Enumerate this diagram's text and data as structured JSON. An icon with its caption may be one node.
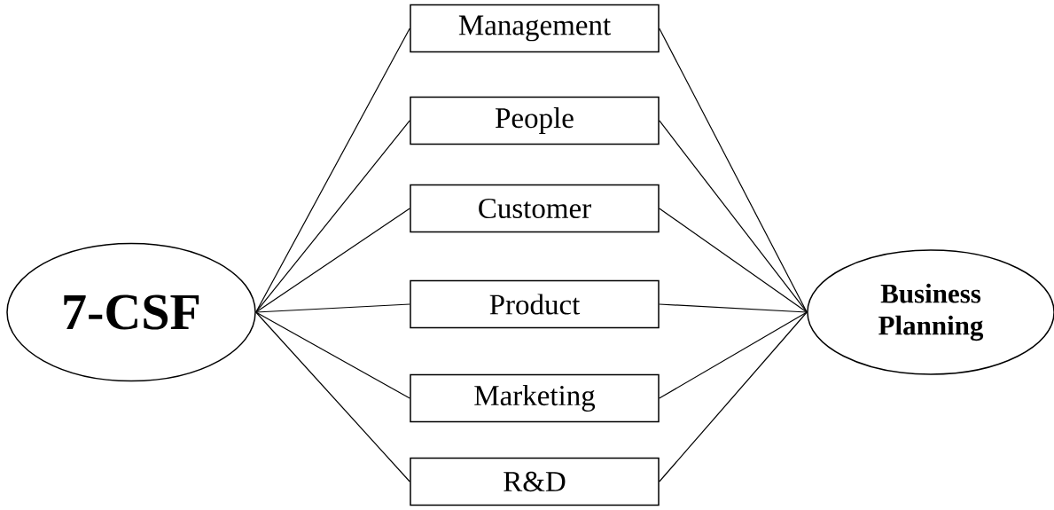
{
  "diagram": {
    "nodes": [
      {
        "text": [
          "7-CSF"
        ]
      },
      {
        "text": [
          "Management"
        ]
      },
      {
        "text": [
          "People"
        ]
      },
      {
        "text": [
          "Customer"
        ]
      },
      {
        "text": [
          "Product"
        ]
      },
      {
        "text": [
          "Marketing"
        ]
      },
      {
        "text": [
          "R&D"
        ]
      },
      {
        "text": [
          "Business Planning"
        ]
      }
    ],
    "edges": [
      {
        "from": 0,
        "to": 1,
        "arrow": "none"
      },
      {
        "from": 0,
        "to": 2,
        "arrow": "none"
      },
      {
        "from": 0,
        "to": 3,
        "arrow": "none"
      },
      {
        "from": 0,
        "to": 4,
        "arrow": "none"
      },
      {
        "from": 0,
        "to": 5,
        "arrow": "none"
      },
      {
        "from": 0,
        "to": 6,
        "arrow": "none"
      },
      {
        "from": 1,
        "to": 7,
        "arrow": "none"
      },
      {
        "from": 2,
        "to": 7,
        "arrow": "none"
      },
      {
        "from": 3,
        "to": 7,
        "arrow": "none"
      },
      {
        "from": 4,
        "to": 7,
        "arrow": "none"
      },
      {
        "from": 5,
        "to": 7,
        "arrow": "none"
      },
      {
        "from": 6,
        "to": 7,
        "arrow": "none"
      }
    ]
  }
}
